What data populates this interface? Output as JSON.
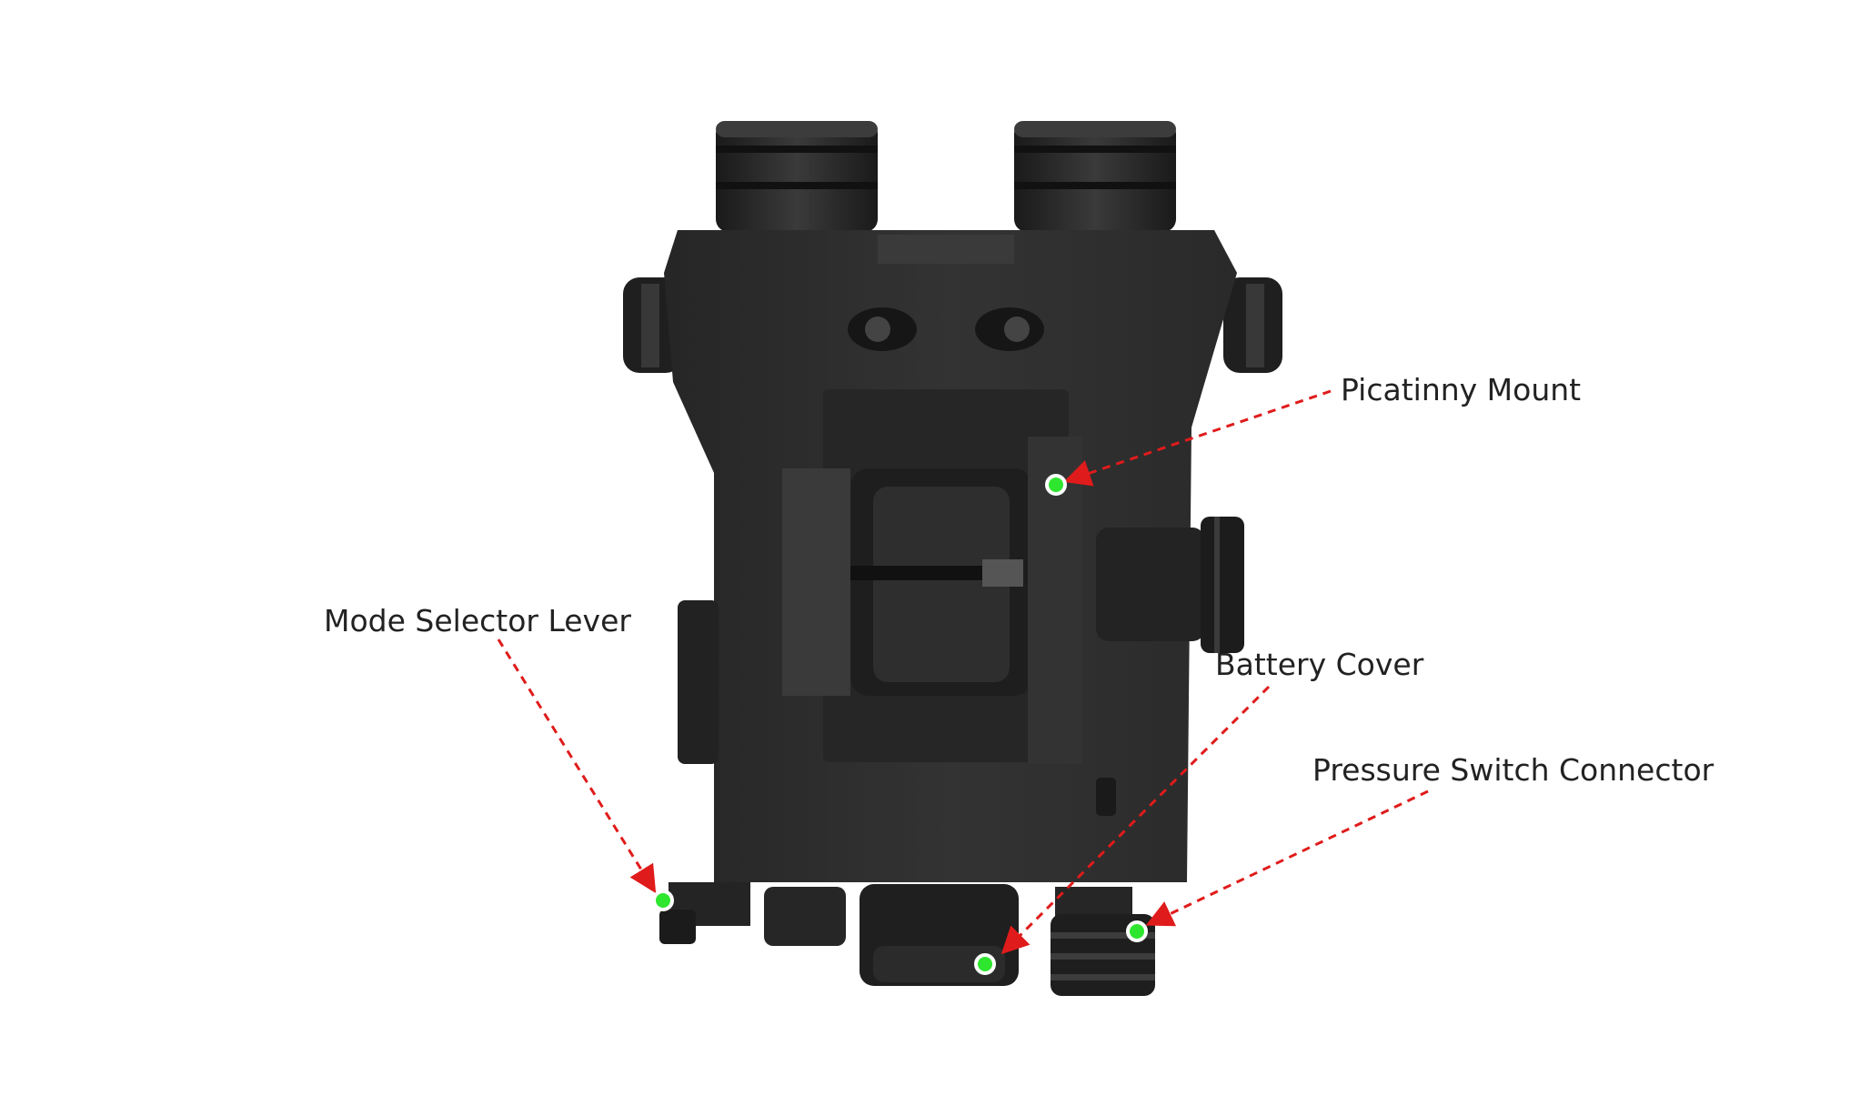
{
  "colors": {
    "background": "#ffffff",
    "device_body": "#2c2c2c",
    "device_dark": "#1e1e1e",
    "device_light": "#3a3a3a",
    "leader_line": "#e01b1b",
    "marker_fill": "#2ee62e",
    "marker_ring": "#ffffff",
    "label_text": "#222222"
  },
  "callouts": [
    {
      "id": "picatinny-mount",
      "label": "Picatinny Mount"
    },
    {
      "id": "mode-selector-lever",
      "label": "Mode Selector Lever"
    },
    {
      "id": "battery-cover",
      "label": "Battery Cover"
    },
    {
      "id": "pressure-switch-connector",
      "label": "Pressure Switch Connector"
    }
  ]
}
